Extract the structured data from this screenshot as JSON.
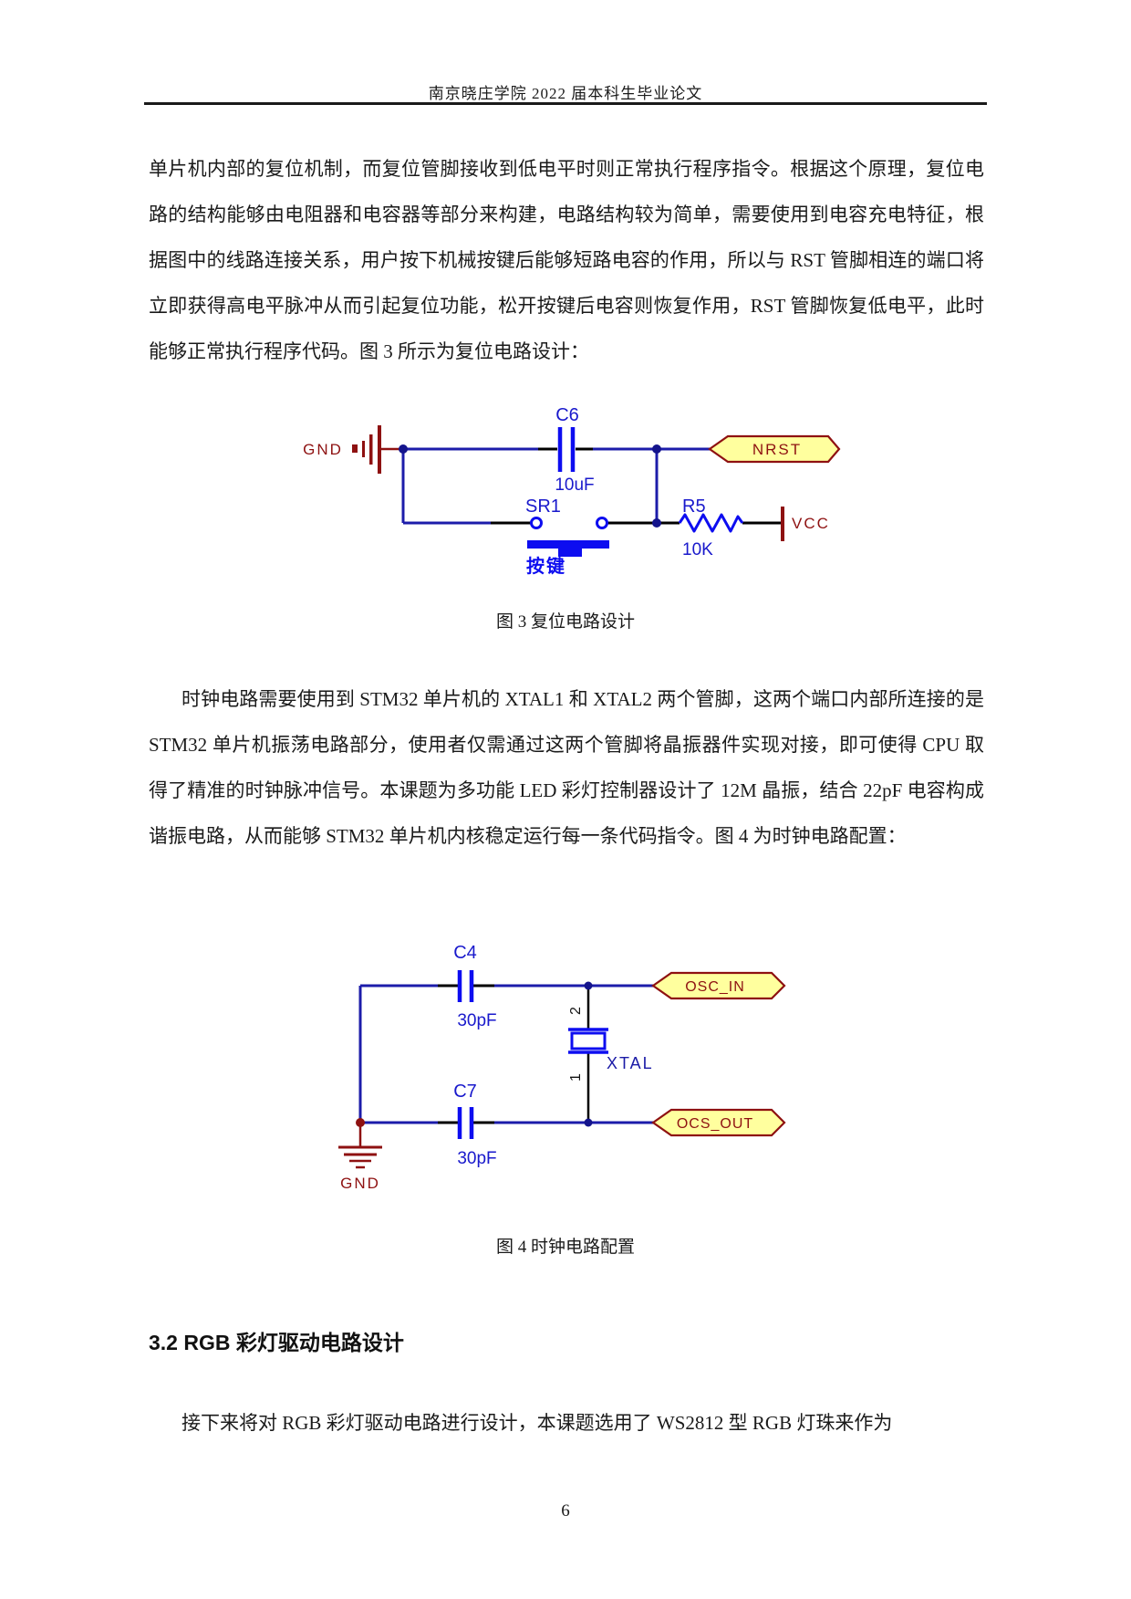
{
  "page": {
    "header": "南京晓庄学院 2022 届本科生毕业论文",
    "page_number": "6"
  },
  "paragraphs": {
    "p1": "单片机内部的复位机制，而复位管脚接收到低电平时则正常执行程序指令。根据这个原理，复位电路的结构能够由电阻器和电容器等部分来构建，电路结构较为简单，需要使用到电容充电特征，根据图中的线路连接关系，用户按下机械按键后能够短路电容的作用，所以与 RST 管脚相连的端口将立即获得高电平脉冲从而引起复位功能，松开按键后电容则恢复作用，RST 管脚恢复低电平，此时能够正常执行程序代码。图 3 所示为复位电路设计：",
    "p2": "时钟电路需要使用到 STM32 单片机的 XTAL1 和 XTAL2 两个管脚，这两个端口内部所连接的是 STM32 单片机振荡电路部分，使用者仅需通过这两个管脚将晶振器件实现对接，即可使得 CPU 取得了精准的时钟脉冲信号。本课题为多功能 LED 彩灯控制器设计了 12M 晶振，结合 22pF 电容构成谐振电路，从而能够 STM32 单片机内核稳定运行每一条代码指令。图 4 为时钟电路配置：",
    "p3": "接下来将对 RGB 彩灯驱动电路进行设计，本课题选用了 WS2812 型 RGB 灯珠来作为"
  },
  "section": {
    "heading": "3.2 RGB 彩灯驱动电路设计"
  },
  "figure3": {
    "caption": "图 3 复位电路设计",
    "labels": {
      "gnd": "GND",
      "c6_ref": "C6",
      "c6_value": "10uF",
      "net_nrst": "NRST",
      "sr1_ref": "SR1",
      "sr1_name": "按键",
      "r5_ref": "R5",
      "r5_value": "10K",
      "vcc": "VCC"
    }
  },
  "figure4": {
    "caption": "图 4 时钟电路配置",
    "labels": {
      "c4_ref": "C4",
      "c4_value": "30pF",
      "net_osc_in": "OSC_IN",
      "pin2": "2",
      "pin1": "1",
      "xtal_ref": "XTAL",
      "c7_ref": "C7",
      "c7_value": "30pF",
      "net_ocs_out": "OCS_OUT",
      "gnd": "GND"
    }
  },
  "colors": {
    "wire_blue": "#1c1caa",
    "junction_navy": "#14148c",
    "component_blue": "#0d0df0",
    "label_blue": "#1919cc",
    "dark_red": "#8e1111",
    "flag_fill": "#ffff9e",
    "lead_black": "#000000"
  }
}
